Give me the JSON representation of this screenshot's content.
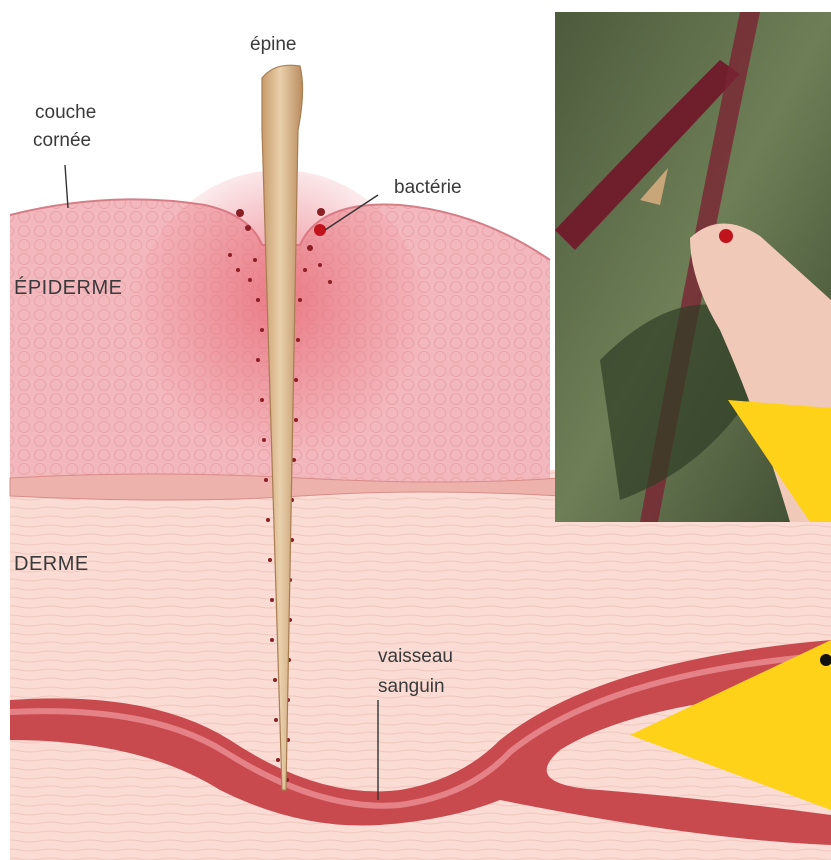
{
  "labels": {
    "epine": "épine",
    "couche_line1": "couche",
    "couche_line2": "cornée",
    "bacterie": "bactérie",
    "epiderme": "ÉPIDERME",
    "derme": "DERME",
    "vaisseau_line1": "vaisseau",
    "sanguin_line2": "sanguin"
  },
  "colors": {
    "epidermis": "#f3b8bd",
    "dermis": "#fadcd4",
    "vessel": "#c94a4e",
    "spine": "#d9b488",
    "blood": "#c0131c",
    "pointer": "#ffd21a"
  }
}
